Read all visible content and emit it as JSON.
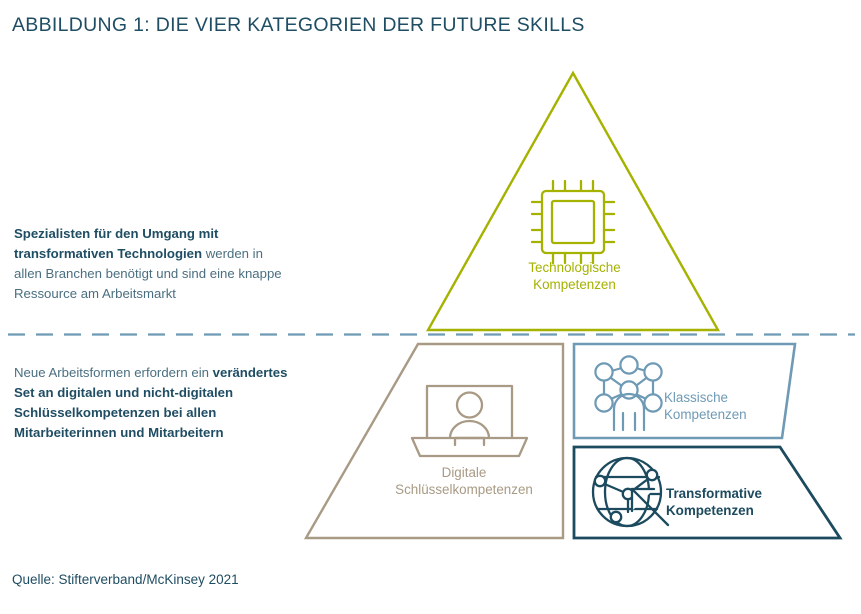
{
  "figure": {
    "title": "ABBILDUNG 1: DIE VIER KATEGORIEN DER FUTURE SKILLS",
    "source": "Quelle: Stifterverband/McKinsey 2021"
  },
  "notes": {
    "top": {
      "strong": "Spezialisten für den Umgang mit transformativen Technologien",
      "rest": " werden in allen Branchen benötigt und sind eine knappe Ressource am Arbeitsmarkt"
    },
    "bottom": {
      "lead": "Neue Arbeitsformen erfordern ein ",
      "strong": "verändertes Set an digitalen und nicht-digitalen Schlüsselkompetenzen bei allen Mitarbeiterinnen und Mitarbeitern"
    }
  },
  "categories": {
    "technologische": {
      "line1": "Technologische",
      "line2": "Kompetenzen",
      "color": "#a5b200",
      "icon": "chip-icon"
    },
    "digitale": {
      "line1": "Digitale",
      "line2": "Schlüsselkompetenzen",
      "color": "#a89a84",
      "icon": "laptop-person-icon"
    },
    "klassische": {
      "line1": "Klassische",
      "line2": "Kompetenzen",
      "color": "#6e9ab5",
      "icon": "network-people-icon"
    },
    "transformative": {
      "line1": "Transformative",
      "line2": "Kompetenzen",
      "color": "#1c4a5e",
      "icon": "globe-arrow-icon"
    }
  },
  "divider": {
    "color": "#6e9ab5",
    "style": "dashed"
  },
  "chart_data": {
    "type": "diagram",
    "title": "ABBILDUNG 1: DIE VIER KATEGORIEN DER FUTURE SKILLS",
    "shape": "pyramid",
    "levels": [
      {
        "level": 1,
        "position": "apex",
        "label": "Technologische Kompetenzen",
        "color": "#a5b200",
        "icon": "chip"
      },
      {
        "level": 2,
        "position": "base-left",
        "label": "Digitale Schlüsselkompetenzen",
        "color": "#a89a84",
        "icon": "laptop-person"
      },
      {
        "level": 2,
        "position": "base-right-upper",
        "label": "Klassische Kompetenzen",
        "color": "#6e9ab5",
        "icon": "network-people"
      },
      {
        "level": 2,
        "position": "base-right-lower",
        "label": "Transformative Kompetenzen",
        "color": "#1c4a5e",
        "icon": "globe-arrow"
      }
    ],
    "annotations": [
      "Spezialisten für den Umgang mit transformativen Technologien werden in allen Branchen benötigt und sind eine knappe Ressource am Arbeitsmarkt",
      "Neue Arbeitsformen erfordern ein verändertes Set an digitalen und nicht-digitalen Schlüsselkompetenzen bei allen Mitarbeiterinnen und Mitarbeitern"
    ],
    "source": "Quelle: Stifterverband/McKinsey 2021"
  }
}
